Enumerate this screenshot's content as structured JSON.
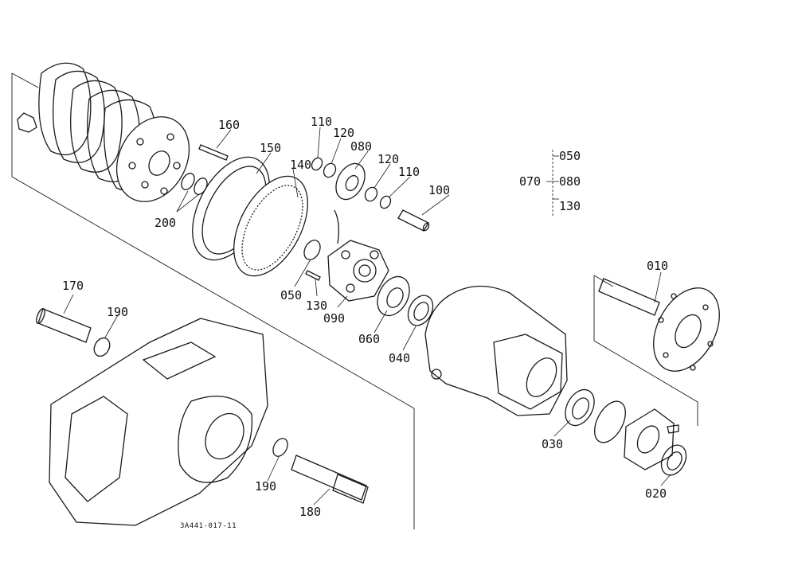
{
  "callouts": {
    "c010": "010",
    "c020": "020",
    "c030": "030",
    "c040": "040",
    "c050": "050",
    "c060": "060",
    "c080": "080",
    "c090": "090",
    "c100": "100",
    "c110a": "110",
    "c110b": "110",
    "c120a": "120",
    "c120b": "120",
    "c130": "130",
    "c140": "140",
    "c150": "150",
    "c160": "160",
    "c170": "170",
    "c180": "180",
    "c190a": "190",
    "c190b": "190",
    "c200": "200"
  },
  "assembly_group": {
    "parent": "070",
    "members": [
      "050",
      "080",
      "130"
    ]
  },
  "drawing_ref": "3A441-017-11"
}
